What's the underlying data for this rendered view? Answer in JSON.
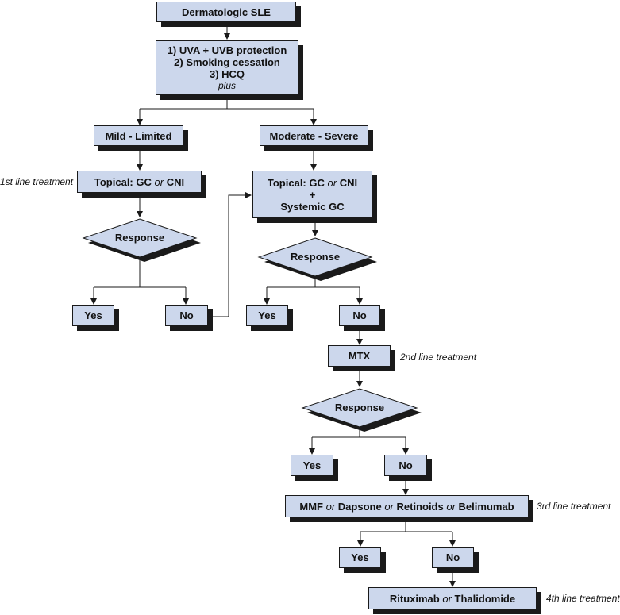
{
  "root": "Dermatologic SLE",
  "baseline": {
    "line1": "1) UVA + UVB protection",
    "line2": "2) Smoking cessation",
    "line3": "3) HCQ",
    "suffix": "plus"
  },
  "branches": {
    "mild": "Mild - Limited",
    "severe": "Moderate - Severe"
  },
  "treatments": {
    "topical_label": "Topical:",
    "gc": "GC",
    "or": "or",
    "cni": "CNI",
    "plus_sign": "+",
    "systemic_gc": "Systemic GC",
    "mtx": "MTX",
    "mmf": "MMF",
    "dapsone": "Dapsone",
    "retinoids": "Retinoids",
    "belimumab": "Belimumab",
    "rituximab": "Rituximab",
    "thalidomide": "Thalidomide"
  },
  "decision": "Response",
  "outcomes": {
    "yes": "Yes",
    "no": "No"
  },
  "lines": {
    "first": "1st line treatment",
    "second": "2nd line treatment",
    "third": "3rd line treatment",
    "fourth": "4th line treatment"
  },
  "colors": {
    "fill": "#ccd7ec",
    "outline": "#1a1a1a"
  }
}
